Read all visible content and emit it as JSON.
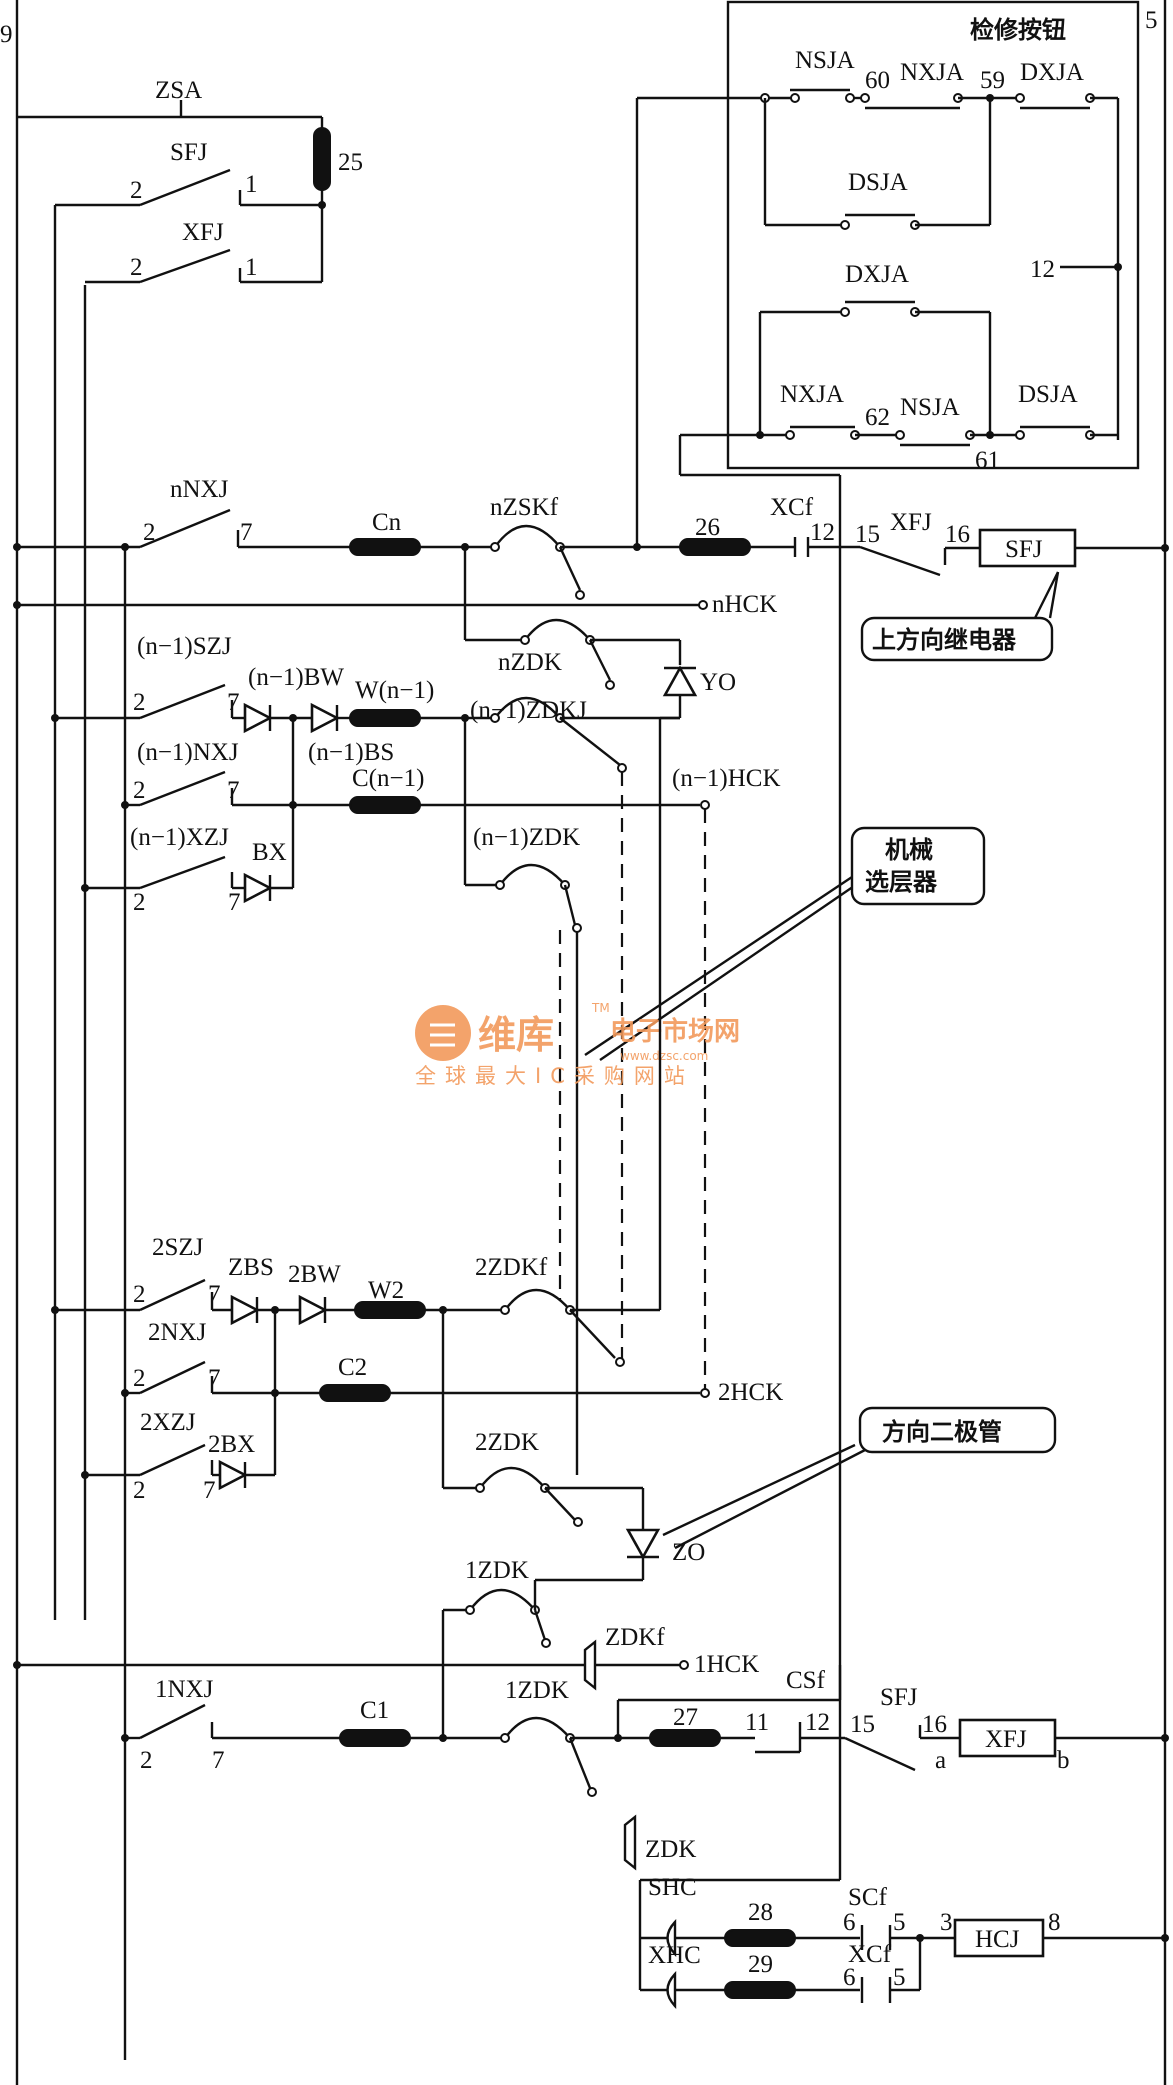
{
  "panel": {
    "title": "检修按钮"
  },
  "callouts": {
    "up_relay": "上方向继电器",
    "selector_l1": "机械",
    "selector_l2": "选层器",
    "dir_diode": "方向二极管"
  },
  "rails": {
    "left": "9",
    "right": "5"
  },
  "labels": {
    "ZSA": "ZSA",
    "SFJ": "SFJ",
    "XFJ": "XFJ",
    "n25": "25",
    "n1": "1",
    "n2": "2",
    "n7": "7",
    "NSJA": "NSJA",
    "NXJA": "NXJA",
    "DXJA": "DXJA",
    "DSJA": "DSJA",
    "n60": "60",
    "n59": "59",
    "n12": "12",
    "n62": "62",
    "n61": "61",
    "nNXJ": "nNXJ",
    "Cn": "Cn",
    "nZSKf": "nZSKf",
    "n26": "26",
    "XCf": "XCf",
    "n15": "15",
    "n16": "16",
    "nHCK": "nHCK",
    "nZDK": "nZDK",
    "YO": "YO",
    "n1SZJ": "(n−1)SZJ",
    "n1BW": "(n−1)BW",
    "Wn1": "W(n−1)",
    "n1BS": "(n−1)BS",
    "n1ZDKJ": "(n−1)ZDKJ",
    "n1NXJ": "(n−1)NXJ",
    "Cn1": "C(n−1)",
    "n1HCK": "(n−1)HCK",
    "n1XZJ": "(n−1)XZJ",
    "BX": "BX",
    "n1ZDK": "(n−1)ZDK",
    "S2SZJ": "2SZJ",
    "ZBS": "ZBS",
    "B2BW": "2BW",
    "W2": "W2",
    "Z2ZDKf": "2ZDKf",
    "N2NXJ": "2NXJ",
    "C2": "C2",
    "H2HCK": "2HCK",
    "X2XZJ": "2XZJ",
    "B2BX": "2BX",
    "Z2ZDK": "2ZDK",
    "ZO": "ZO",
    "Z1ZDK": "1ZDK",
    "ZDKf": "ZDKf",
    "H1HCK": "1HCK",
    "CSf": "CSf",
    "N1NXJ": "1NXJ",
    "C1": "C1",
    "n27": "27",
    "n11": "11",
    "a": "a",
    "b": "b",
    "ZDK": "ZDK",
    "SHC": "SHC",
    "n28": "28",
    "SCf": "SCf",
    "n6": "6",
    "n5": "5",
    "n3": "3",
    "HCJ": "HCJ",
    "n8": "8",
    "XHC": "XHC",
    "n29": "29"
  },
  "watermark": {
    "brand": "维库",
    "site": "电子市场网",
    "tm": "TM",
    "url": "www.dzsc.com",
    "slogan": "全球最大IC采购网站"
  }
}
